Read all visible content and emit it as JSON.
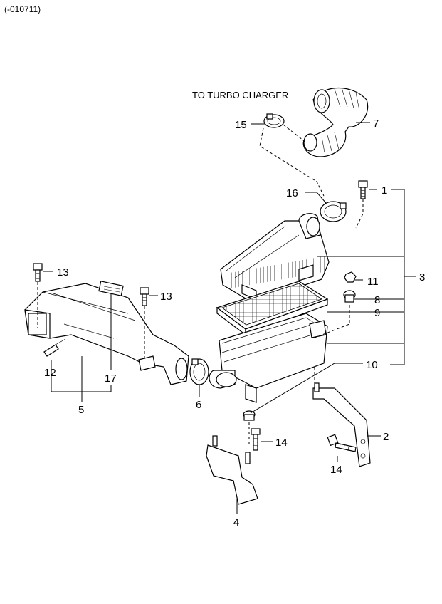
{
  "header": {
    "code": "(-010711)"
  },
  "note": "TO TURBO CHARGER",
  "callouts": [
    "1",
    "2",
    "3",
    "4",
    "5",
    "6",
    "7",
    "8",
    "9",
    "10",
    "11",
    "12",
    "13",
    "13",
    "14",
    "14",
    "15",
    "16",
    "17"
  ]
}
